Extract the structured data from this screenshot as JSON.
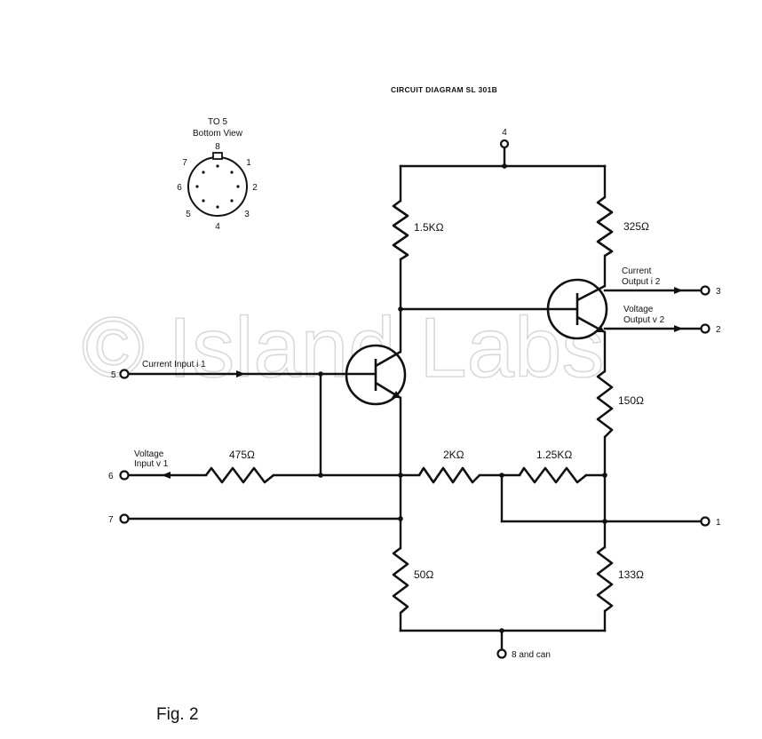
{
  "title": "CIRCUIT DIAGRAM SL 301B",
  "package": {
    "name": "TO 5",
    "view": "Bottom View",
    "pins": [
      "8",
      "1",
      "2",
      "3",
      "4",
      "5",
      "6",
      "7"
    ]
  },
  "terminals": {
    "t1": "1",
    "t2": "2",
    "t3": "3",
    "t4": "4",
    "t5": "5",
    "t6": "6",
    "t7": "7",
    "t8": "8 and can"
  },
  "resistors": {
    "r1": "1.5KΩ",
    "r2": "325Ω",
    "r3": "150Ω",
    "r4": "475Ω",
    "r5": "2KΩ",
    "r6": "1.25KΩ",
    "r7": "50Ω",
    "r8": "133Ω"
  },
  "signals": {
    "current_input": "Current Input i 1",
    "voltage_input_1": "Voltage",
    "voltage_input_2": "Input v 1",
    "current_output_1": "Current",
    "current_output_2": "Output i 2",
    "voltage_output_1": "Voltage",
    "voltage_output_2": "Output v 2"
  },
  "watermark": "© Island Labs",
  "figure_caption": "Fig. 2"
}
